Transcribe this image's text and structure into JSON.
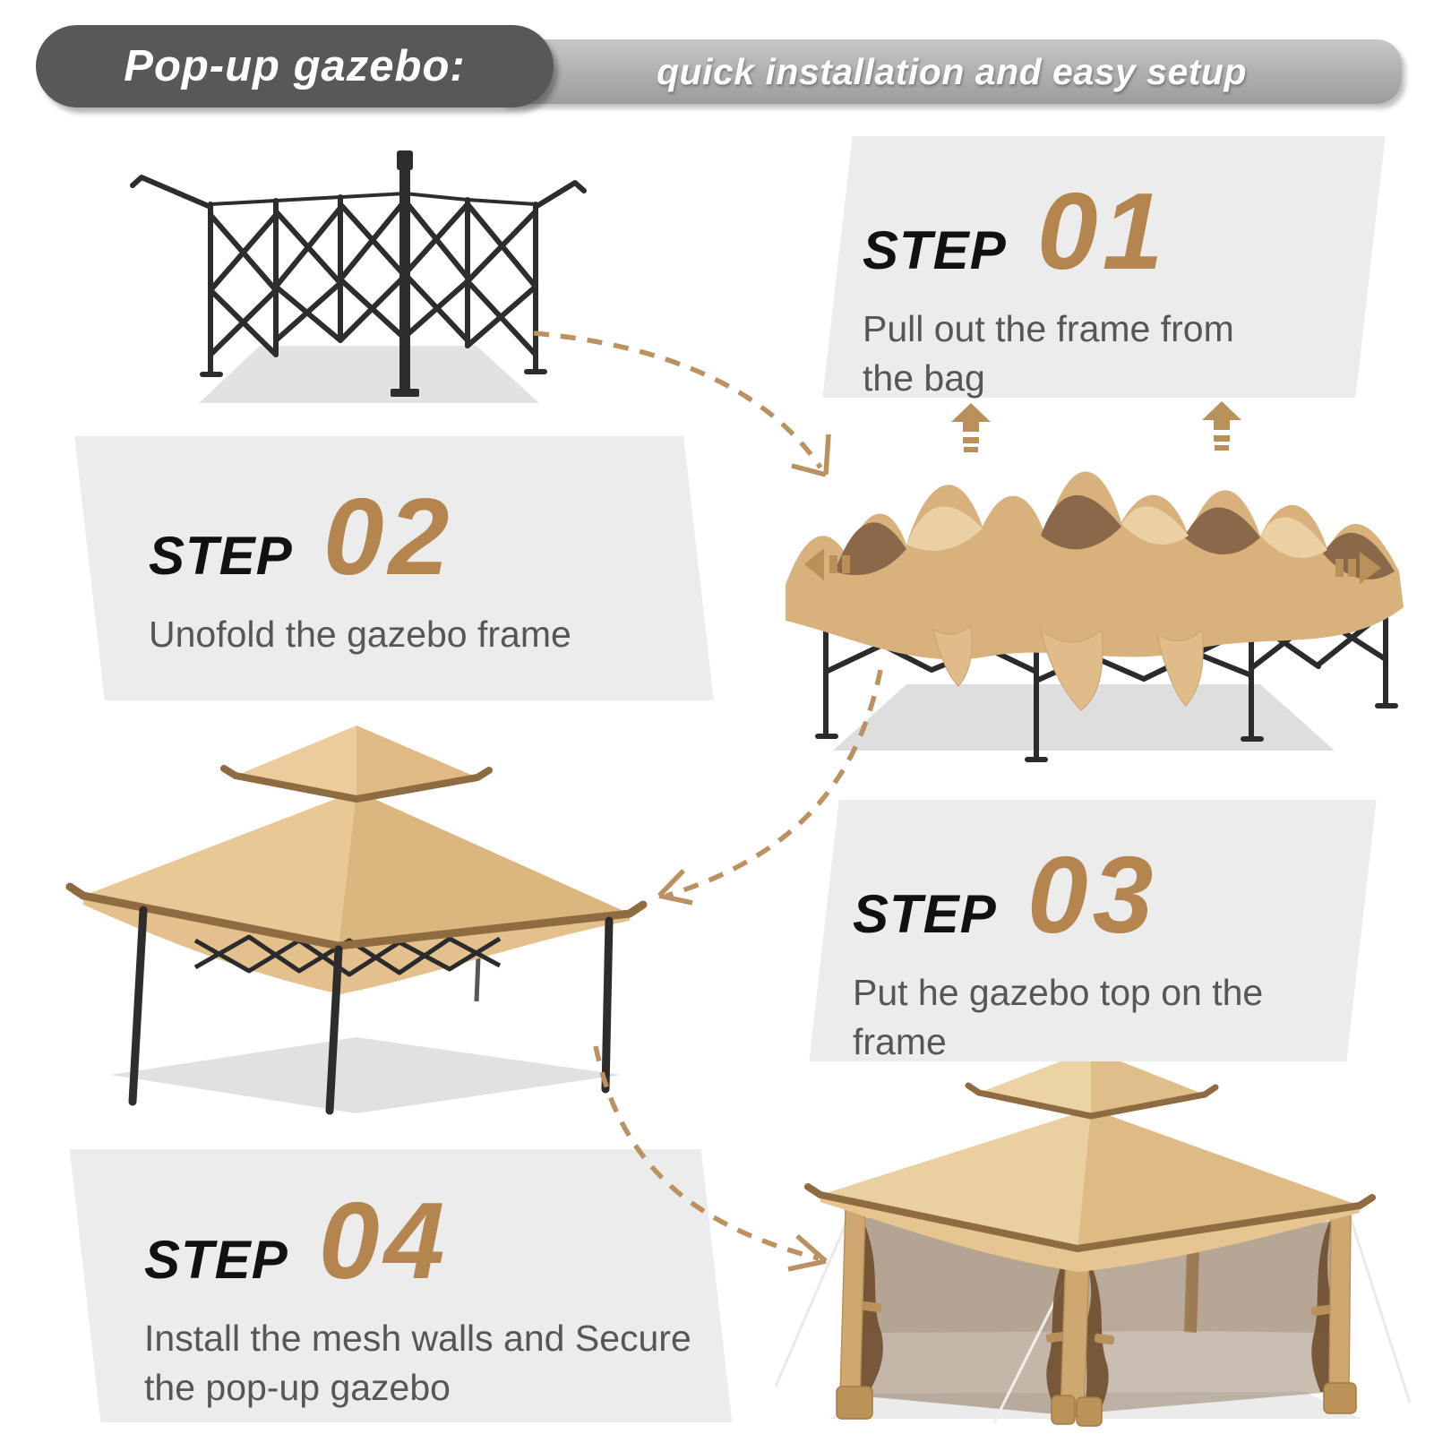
{
  "header": {
    "title": "Pop-up gazebo:",
    "subtitle": "quick installation and easy setup"
  },
  "steps": [
    {
      "label": "STEP",
      "number": "01",
      "description": "Pull out the frame from the bag"
    },
    {
      "label": "STEP",
      "number": "02",
      "description": "Unofold the gazebo frame"
    },
    {
      "label": "STEP",
      "number": "03",
      "description": "Put he gazebo top on the frame"
    },
    {
      "label": "STEP",
      "number": "04",
      "description": "Install the mesh walls and Secure the pop-up gazebo"
    }
  ],
  "icons": {
    "up_arrow": "up-arrow",
    "left_arrow": "left-arrow",
    "right_arrow": "right-arrow",
    "connector": "dashed-curved-arrow"
  },
  "colors": {
    "accent_tan": "#b5854f",
    "arrow_tan": "#bb9161",
    "panel_gray": "#ececec",
    "header_dark": "#58585a",
    "header_light": "#b3b3b3",
    "body_text": "#55565a",
    "step_text": "#111111",
    "canopy_tan": "#e3c396",
    "canopy_brown": "#8b684a",
    "frame_black": "#2d2d30"
  }
}
